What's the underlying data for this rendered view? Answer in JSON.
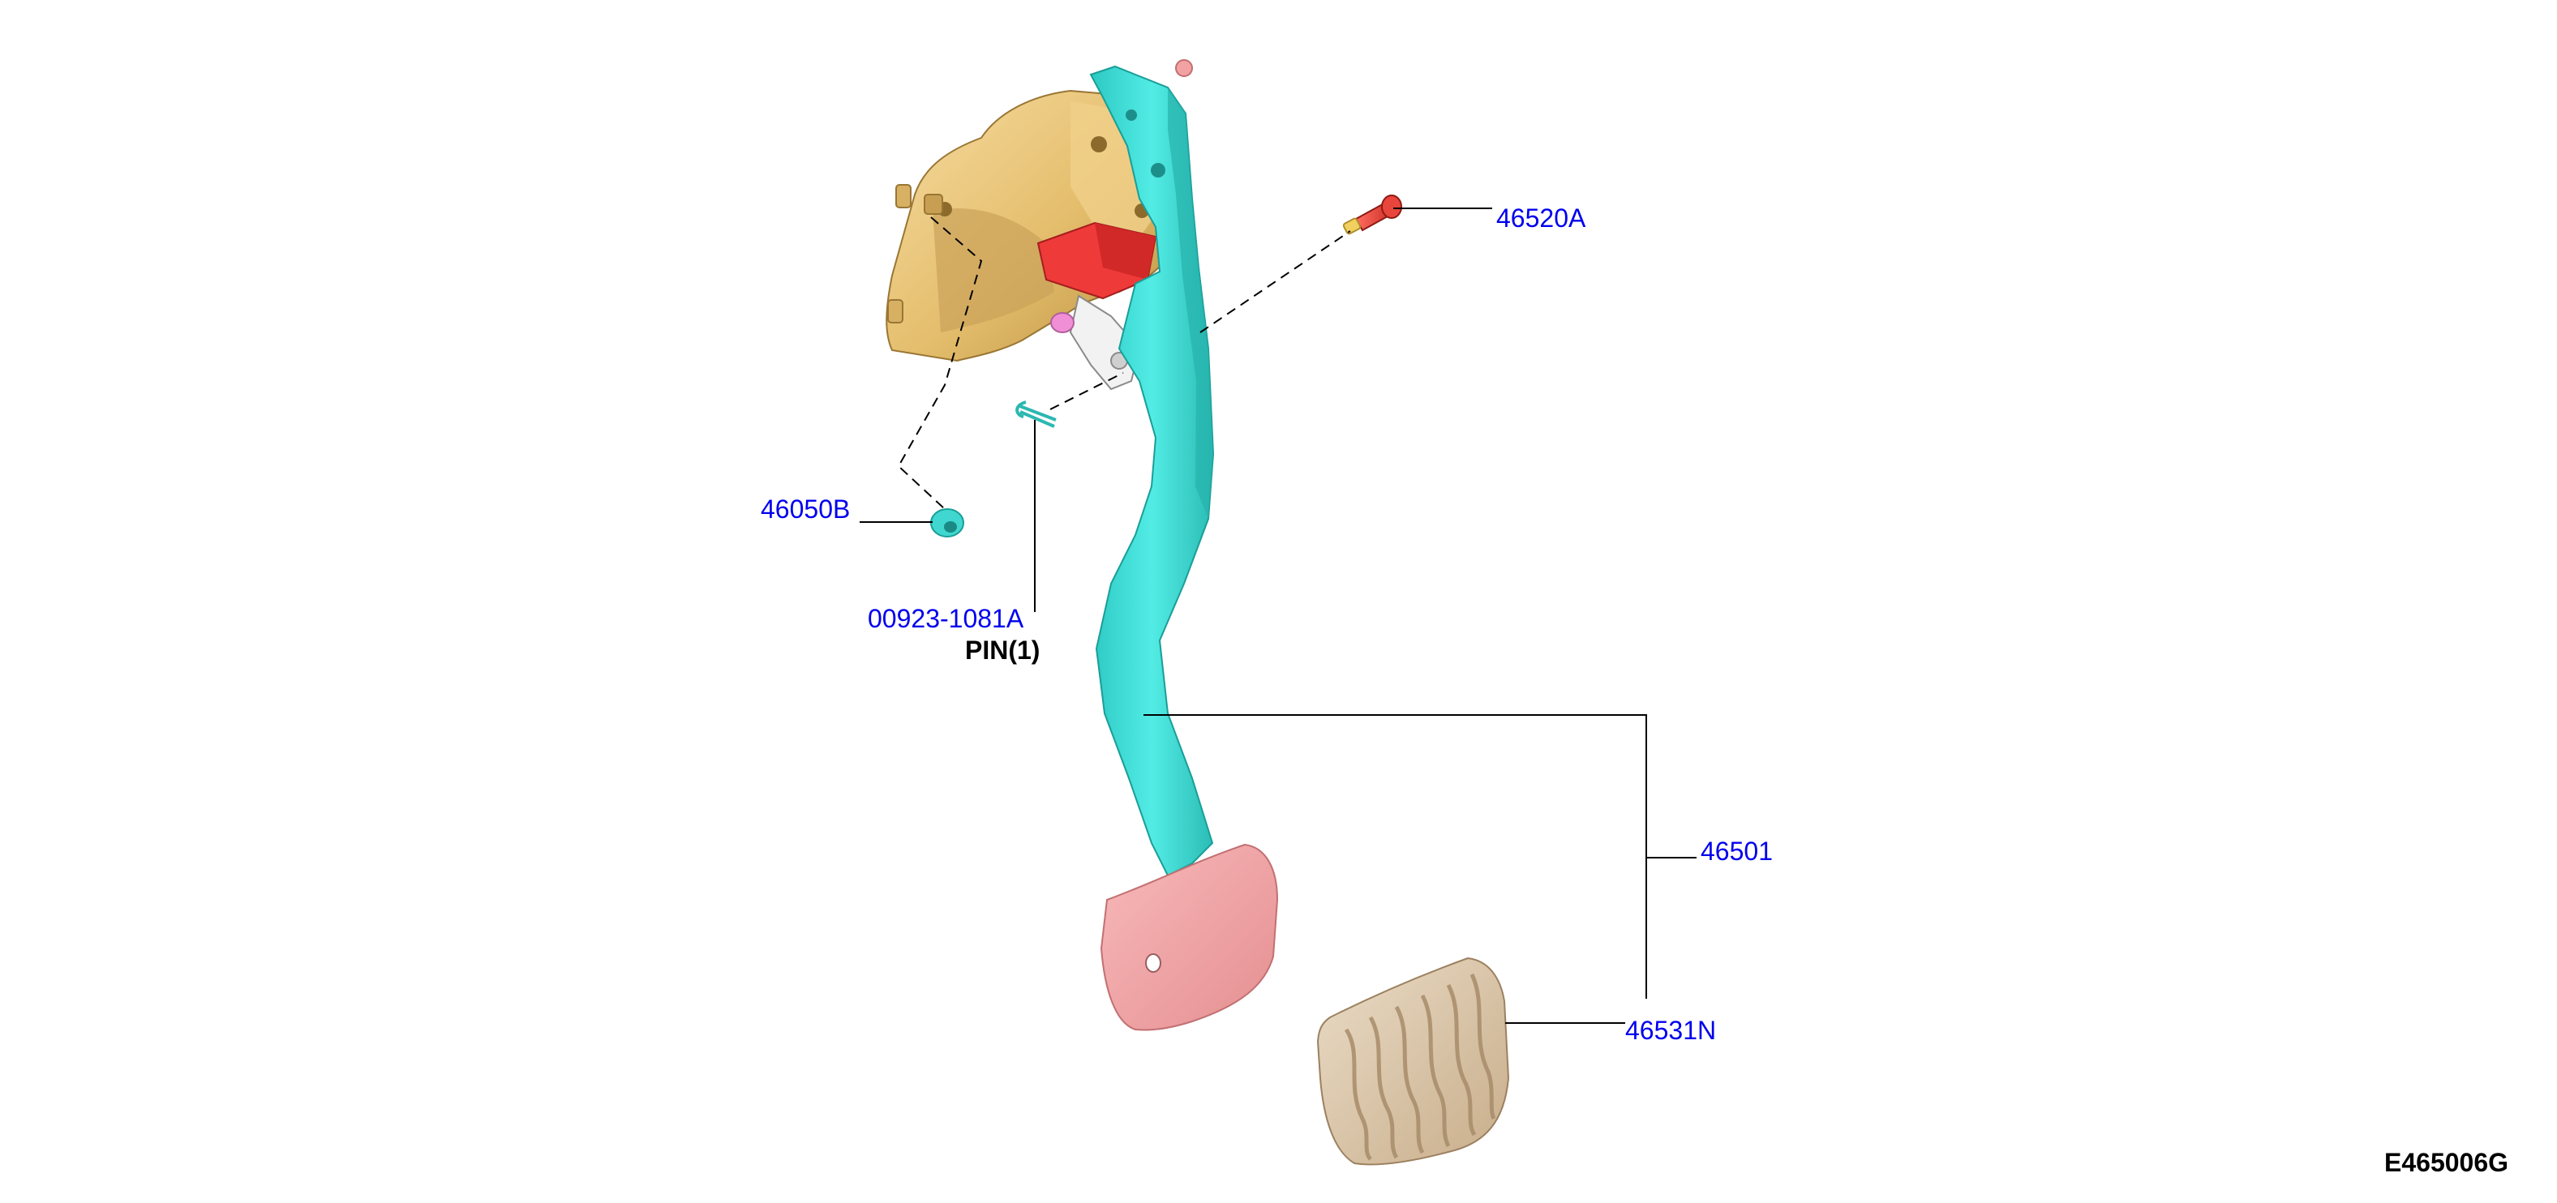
{
  "colors": {
    "part_number": "#0000ee",
    "note_text": "#000000",
    "leader_line": "#000000",
    "pedal_arm": "#3fe3dc",
    "bracket": "#e8c277",
    "pedal_pad": "#f4a9aa",
    "pad_cover": "#d9c3a5",
    "stopper_bolt": "#e8453c",
    "clevis_block": "#ef3a3a"
  },
  "callouts": [
    {
      "id": "46520A",
      "label": "46520A",
      "part": "stopper-bolt"
    },
    {
      "id": "46050B",
      "label": "46050B",
      "part": "nut"
    },
    {
      "id": "00923-1081A",
      "label": "00923-1081A",
      "note": "PIN(1)",
      "part": "snap-pin"
    },
    {
      "id": "46501",
      "label": "46501",
      "part": "clutch-pedal-assembly"
    },
    {
      "id": "46531N",
      "label": "46531N",
      "part": "pedal-pad"
    }
  ],
  "figure_id": "E465006G",
  "icons": [
    "pedal-bracket-icon",
    "pedal-arm-icon",
    "pedal-pad-icon",
    "pad-cover-icon",
    "stopper-bolt-icon",
    "nut-icon",
    "snap-pin-icon",
    "clevis-icon"
  ]
}
